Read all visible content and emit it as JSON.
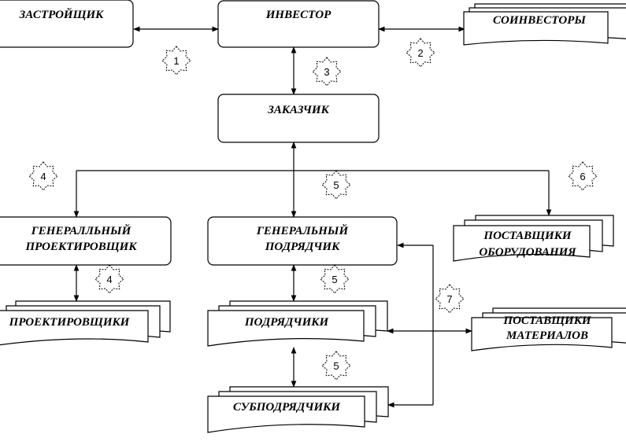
{
  "nodes": {
    "developer": "ЗАСТРОЙЩИК",
    "investor": "ИНВЕСТОР",
    "coinvestors": "СОИНВЕСТОРЫ",
    "customer": "ЗАКАЗЧИК",
    "general_designer": [
      "ГЕНЕРАЛЛЬНЫЙ",
      "ПРОЕКТИРОВЩИК"
    ],
    "general_contractor": [
      "ГЕНЕРАЛЬНЫЙ",
      "ПОДРЯДЧИК"
    ],
    "equipment_suppliers": [
      "ПОСТАВЩИКИ",
      "ОБОРУДОВАНИЯ"
    ],
    "designers": "ПРОЕКТИРОВЩИКИ",
    "contractors": "ПОДРЯДЧИКИ",
    "material_suppliers": [
      "ПОСТАВЩИКИ",
      "МАТЕРИАЛОВ"
    ],
    "subcontractors": "СУБПОДРЯДЧИКИ"
  },
  "markers": {
    "m1": "1",
    "m2": "2",
    "m3": "3",
    "m4a": "4",
    "m4b": "4",
    "m5a": "5",
    "m5b": "5",
    "m5c": "5",
    "m6": "6",
    "m7": "7"
  }
}
